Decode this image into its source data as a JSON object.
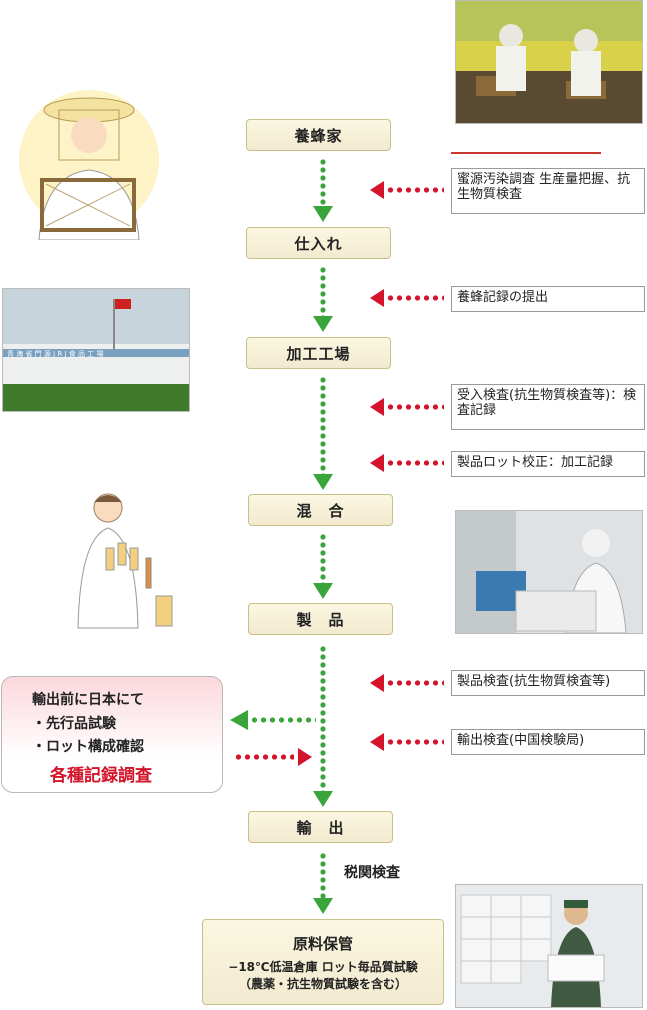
{
  "steps": {
    "s1": "養蜂家",
    "s2": "仕入れ",
    "s3": "加工工場",
    "s4": "混　合",
    "s5": "製　品",
    "s6": "輸　出",
    "s7_title": "原料保管",
    "s7_line1": "−18℃低温倉庫 ロット毎品質試験",
    "s7_line2": "（農薬・抗生物質試験を含む）"
  },
  "notes": {
    "n1": "蜜源汚染調査 生産量把握、抗生物質検査",
    "n2": "養蜂記録の提出",
    "n3": "受入検査(抗生物質検査等)：検査記録",
    "n4": "製品ロット校正：加工記録",
    "n5": "製品検査(抗生物質検査等)",
    "n6": "輸出検査(中国検験局)"
  },
  "customs": "税関検査",
  "japan_box": {
    "line1": "輸出前に日本にて",
    "line2": "・先行品試験",
    "line3": "・ロット構成確認",
    "highlight": "各種記録調査"
  },
  "factory_sign": "青 海 省 門 源 J R J 食 品 工 場",
  "colors": {
    "green": "#3aa53a",
    "red": "#d4142a",
    "step_bg": "#f5eed4"
  }
}
